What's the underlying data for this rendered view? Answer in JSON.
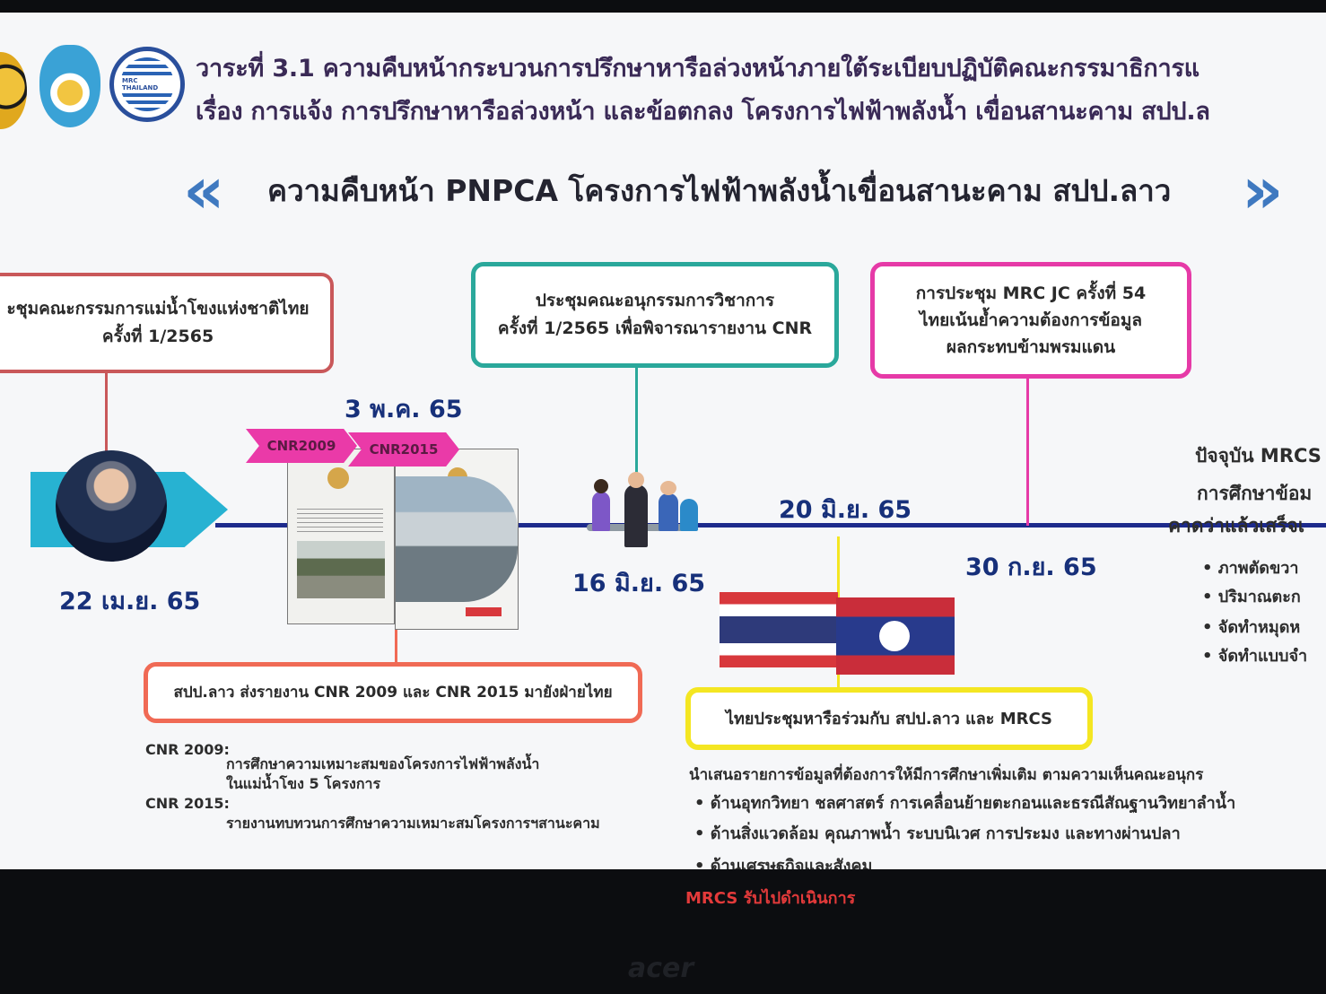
{
  "header": {
    "title_line1": "วาระที่ 3.1  ความคืบหน้ากระบวนการปรึกษาหารือล่วงหน้าภายใต้ระเบียบปฏิบัติคณะกรรมาธิการแ",
    "title_line2": "เรื่อง การแจ้ง การปรึกษาหารือล่วงหน้า และข้อตกลง โครงการไฟฟ้าพลังน้ำ เขื่อนสานะคาม สปป.ล",
    "logo_text": "MRC THAILAND"
  },
  "banner": {
    "left_chevron": "«",
    "right_chevron": "»",
    "subtitle": "ความคืบหน้า PNPCA โครงการไฟฟ้าพลังน้ำเขื่อนสานะคาม สปป.ลาว"
  },
  "events": {
    "e1": {
      "line1": "ะชุมคณะกรรมการแม่น้ำโขงแห่งชาติไทย",
      "line2": "ครั้งที่ 1/2565",
      "date": "22 เม.ย. 65"
    },
    "e2": {
      "date": "3 พ.ค. 65",
      "tag1": "CNR2009",
      "tag2": "CNR2015",
      "note": "สปป.ลาว ส่งรายงาน CNR 2009 และ CNR 2015 มายังฝ่ายไทย"
    },
    "e3": {
      "line1": "ประชุมคณะอนุกรรมการวิชาการ",
      "line2": "ครั้งที่ 1/2565 เพื่อพิจารณารายงาน CNR",
      "date": "16 มิ.ย. 65"
    },
    "e4": {
      "date": "20 มิ.ย. 65",
      "note": "ไทยประชุมหารือร่วมกับ สปป.ลาว และ MRCS"
    },
    "e5": {
      "line1": "การประชุม MRC JC ครั้งที่ 54",
      "line2": "ไทยเน้นย้ำความต้องการข้อมูล",
      "line3": "ผลกระทบข้ามพรมแดน",
      "date": "30 ก.ย. 65"
    }
  },
  "right_panel": {
    "line1": "ปัจจุบัน MRCS",
    "line2": "การศึกษาข้อม",
    "line3": "คาดว่าแล้วเสร็จเ",
    "items": [
      "ภาพตัดขวา",
      "ปริมาณตะก",
      "จัดทำหมุดห",
      "จัดทำแบบจำ"
    ]
  },
  "cnr_notes": {
    "cnr2009_label": "CNR 2009:",
    "cnr2009_text1": "การศึกษาความเหมาะสมของโครงการไฟฟ้าพลังน้ำ",
    "cnr2009_text2": "ในแม่น้ำโขง 5 โครงการ",
    "cnr2015_label": "CNR 2015:",
    "cnr2015_text": "รายงานทบทวนการศึกษาความเหมาะสมโครงการฯสานะคาม"
  },
  "request": {
    "heading": "นำเสนอรายการข้อมูลที่ต้องการให้มีการศึกษาเพิ่มเติม ตามความเห็นคณะอนุกร",
    "items": [
      "ด้านอุทกวิทยา ชลศาสตร์ การเคลื่อนย้ายตะกอนและธรณีสัณฐานวิทยาลำน้ำ",
      "ด้านสิ่งแวดล้อม คุณภาพน้ำ ระบบนิเวศ การประมง และทางผ่านปลา",
      "ด้านเศรษฐกิจและสังคม"
    ],
    "footer": "MRCS รับไปดำเนินการ"
  },
  "monitor": {
    "brand": "acer"
  },
  "colors": {
    "timeline": "#1d2a8c",
    "box1": "#c9585a",
    "box3": "#2aa89b",
    "box5": "#e63aa7",
    "note2": "#f06a55",
    "note4": "#f4e622",
    "thai_red": "#d8383c",
    "thai_blue": "#2e3a7a",
    "laos_red": "#c92d3a",
    "laos_blue": "#283a8c",
    "photo_bg": "#27b2d2",
    "footer_red": "#e33a3a"
  }
}
